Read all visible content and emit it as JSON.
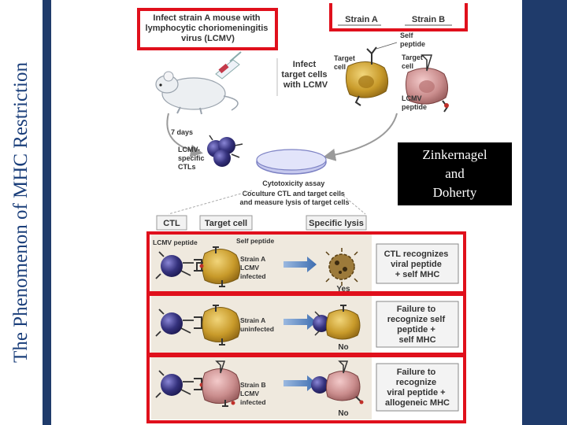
{
  "slide": {
    "title": "The Phenomenon of MHC Restriction",
    "names": [
      "Zinkernagel",
      "and",
      "Doherty"
    ]
  },
  "figure": {
    "infect_title": [
      "Infect strain A mouse with",
      "lymphocytic choriomeningitis",
      "virus (LCMV)"
    ],
    "strain_a": "Strain A",
    "strain_b": "Strain B",
    "self_peptide_top": [
      "Self",
      "peptide"
    ],
    "infect_targets": [
      "Infect",
      "target cells",
      "with LCMV"
    ],
    "target_cell_a": [
      "Target",
      "cell"
    ],
    "target_cell_b": [
      "Target",
      "cell"
    ],
    "lcmv_peptide": [
      "LCMV",
      "peptide"
    ],
    "days": "7 days",
    "ctls": [
      "LCMV-",
      "specific",
      "CTLs"
    ],
    "assay": [
      "Cytotoxicity assay",
      "Coculture CTL and target cells",
      "and measure lysis of target cells"
    ],
    "headers": {
      "ctl": "CTL",
      "target": "Target cell",
      "lysis": "Specific lysis"
    },
    "row_labels": {
      "lcmv": "LCMV peptide",
      "self": "Self peptide"
    },
    "rows": [
      {
        "target": [
          "Strain A",
          "LCMV",
          "infected"
        ],
        "result": "Yes",
        "note": [
          "CTL recognizes",
          "viral peptide",
          "+ self MHC"
        ]
      },
      {
        "target": [
          "Strain A",
          "uninfected"
        ],
        "result": "No",
        "note": [
          "Failure to",
          "recognize self",
          "peptide +",
          "self MHC"
        ]
      },
      {
        "target": [
          "Strain B",
          "LCMV",
          "infected"
        ],
        "result": "No",
        "note": [
          "Failure to",
          "recognize",
          "viral peptide +",
          "allogeneic MHC"
        ]
      }
    ]
  },
  "colors": {
    "stripe": "#1f3b6b",
    "highlight": "#e0101c",
    "ctl": "#35327d",
    "strain_a_cell": "#c89a2a",
    "strain_b_cell": "#c98c8c",
    "arrow": "#4a78b8",
    "row_bg": "#efe9de",
    "title": "#1a3e7a"
  }
}
